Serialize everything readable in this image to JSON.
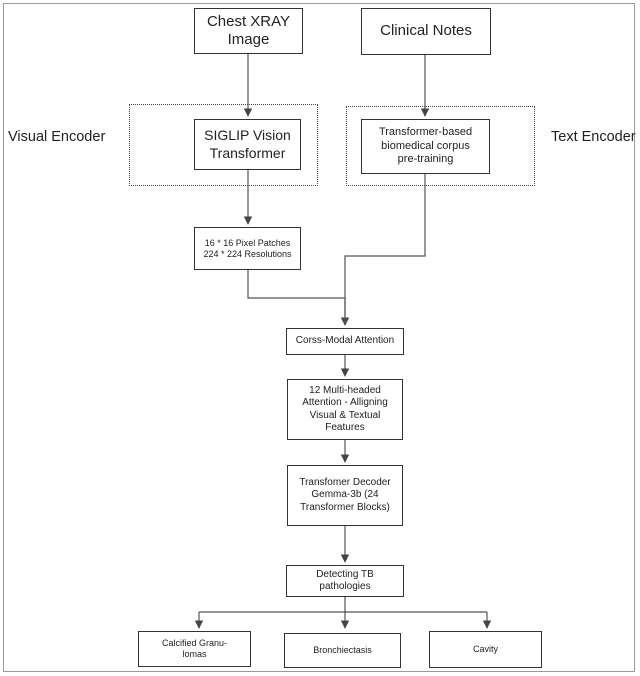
{
  "diagram": {
    "side_labels": {
      "visual": "Visual Encoder",
      "text": "Text Encoder"
    },
    "nodes": {
      "chest_xray": "Chest XRAY\nImage",
      "clinical_notes": "Clinical Notes",
      "siglip": "SIGLIP Vision\nTransformer",
      "text_transformer": "Transformer-based\nbiomedical corpus\npre-training",
      "pixel_patches": "16 * 16 Pixel Patches\n224 * 224 Resolutions",
      "cross_modal": "Corss-Modal Attention",
      "multi_head": "12 Multi-headed\nAttention - Alligning\nVisual & Textual\nFeatures",
      "decoder": "Transfomer Decoder\nGemma-3b (24\nTransformer Blocks)",
      "detecting": "Detecting TB\npathologies",
      "calcified": "Calcified Granu-\nlomas",
      "bronchiectasis": "Bronchiectasis",
      "cavity": "Cavity"
    }
  }
}
